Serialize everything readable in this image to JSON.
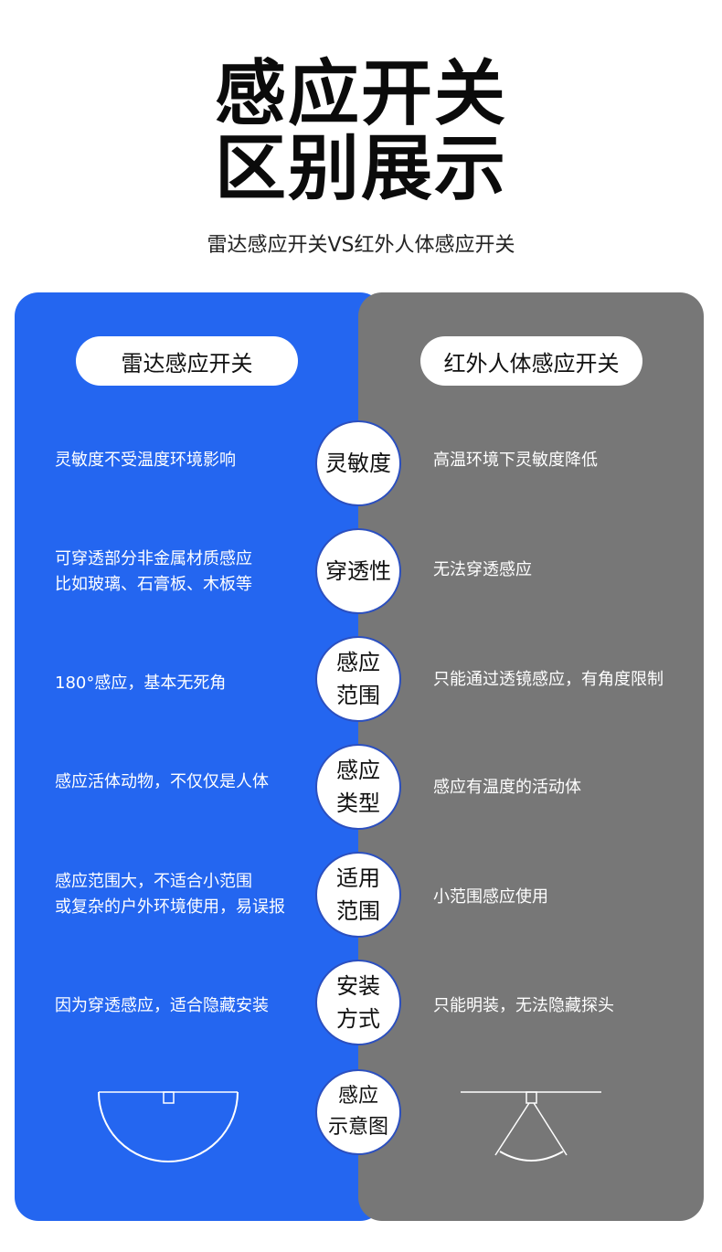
{
  "title_line1": "感应开关",
  "title_line2": "区别展示",
  "subtitle": "雷达感应开关VS红外人体感应开关",
  "left_header": "雷达感应开关",
  "right_header": "红外人体感应开关",
  "rows": [
    {
      "label": "灵敏度",
      "left": "灵敏度不受温度环境影响",
      "right": "高温环境下灵敏度降低"
    },
    {
      "label": "穿透性",
      "left": "可穿透部分非金属材质感应\n比如玻璃、石膏板、木板等",
      "right": "无法穿透感应"
    },
    {
      "label": "感应\n范围",
      "left": "180°感应，基本无死角",
      "right": "只能通过透镜感应，有角度限制"
    },
    {
      "label": "感应\n类型",
      "left": "感应活体动物，不仅仅是人体",
      "right": "感应有温度的活动体"
    },
    {
      "label": "适用\n范围",
      "left": "  感应范围大，不适合小范围\n或复杂的户外环境使用，易误报",
      "right": "小范围感应使用"
    },
    {
      "label": "安装\n方式",
      "left": "因为穿透感应，适合隐藏安装",
      "right": "只能明装，无法隐藏探头"
    },
    {
      "label": "感应\n示意图",
      "left": "",
      "right": ""
    }
  ],
  "colors": {
    "radar_panel": "#2466f0",
    "pir_panel": "#777777",
    "circle_border": "#2b4fbf"
  }
}
